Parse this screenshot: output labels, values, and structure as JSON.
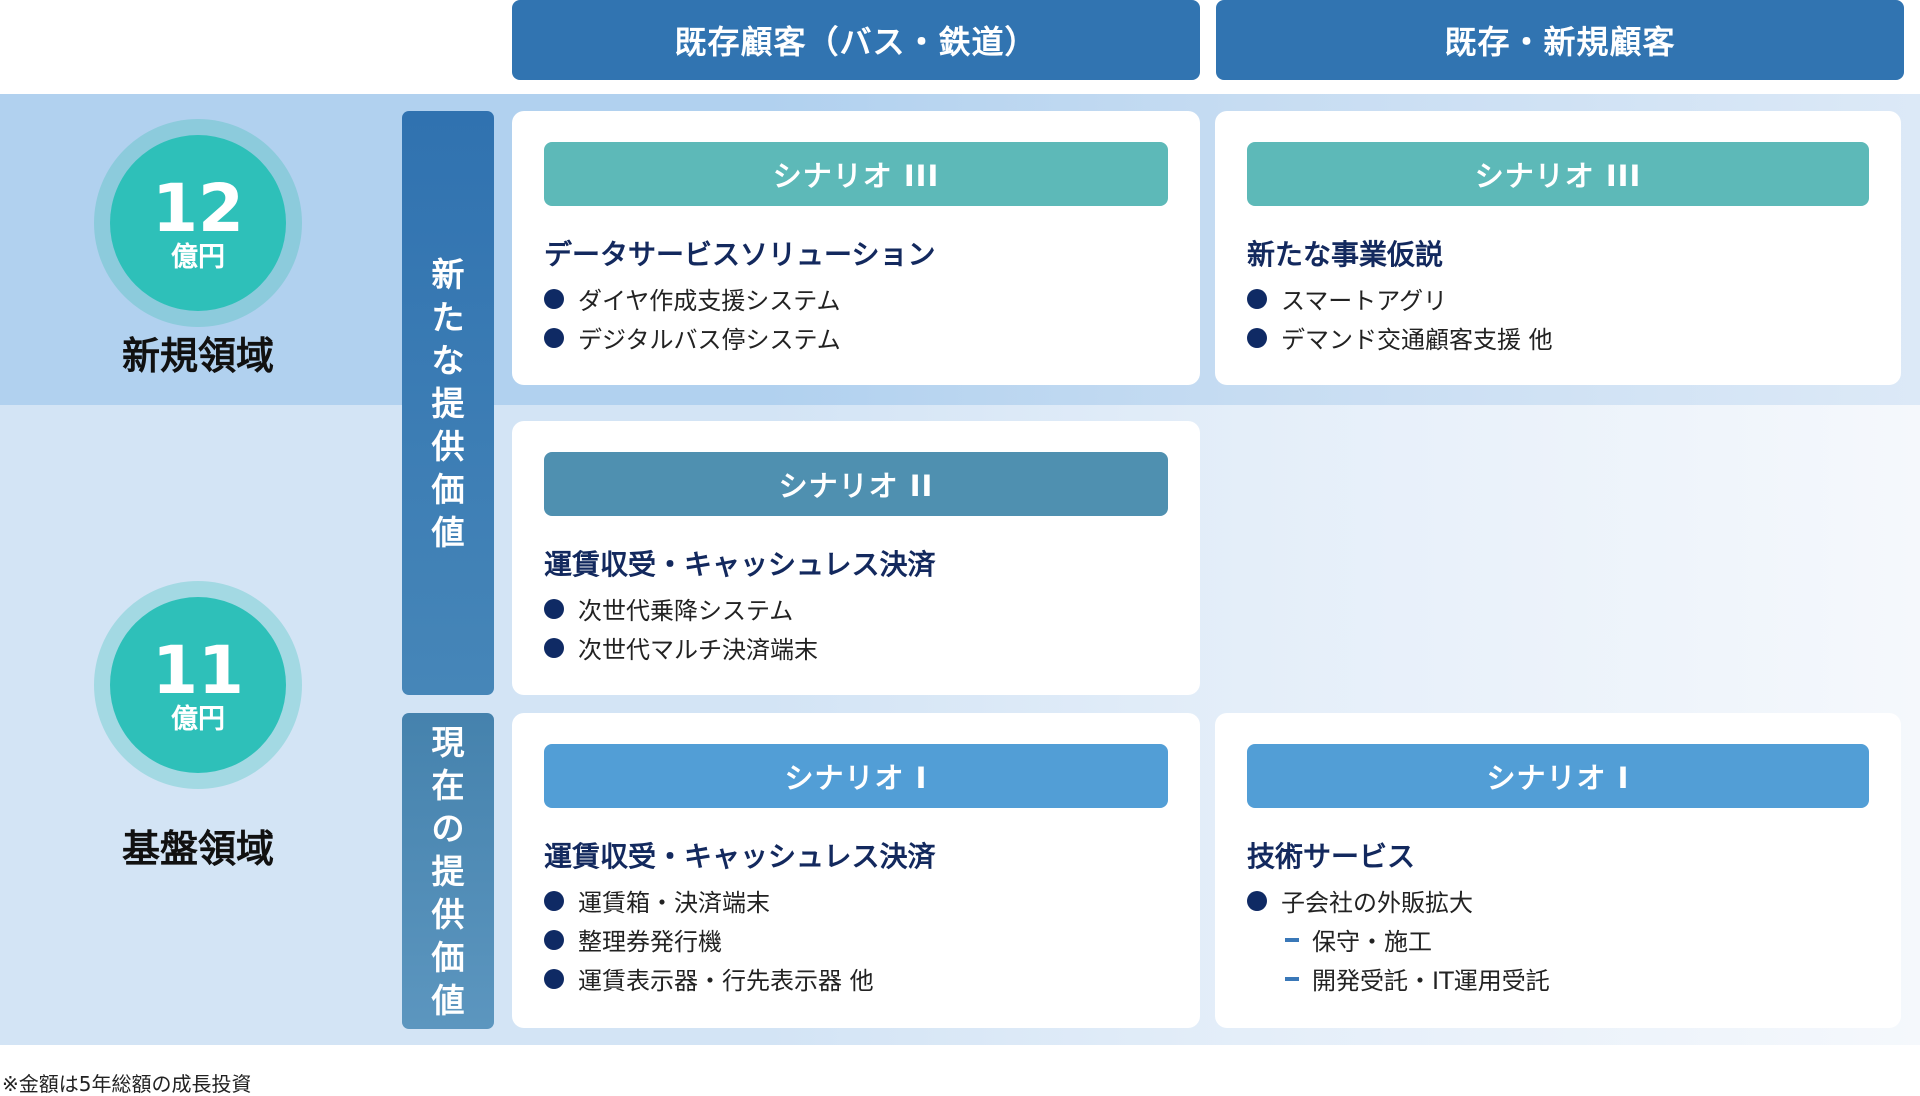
{
  "headers": {
    "existing_customers": "既存顧客（バス・鉄道）",
    "existing_new_customers": "既存・新規顧客"
  },
  "areas": {
    "new": {
      "amount": "12",
      "unit": "億円",
      "label": "新規領域"
    },
    "base": {
      "amount": "11",
      "unit": "億円",
      "label": "基盤領域"
    }
  },
  "value_bars": {
    "new_value": [
      "新",
      "た",
      "な",
      "提",
      "供",
      "価",
      "値"
    ],
    "current_value": [
      "現",
      "在",
      "の",
      "提",
      "供",
      "価",
      "値"
    ]
  },
  "cards": {
    "new_existing": {
      "scenario": "シナリオ III",
      "title": "データサービスソリューション",
      "items": [
        "ダイヤ作成支援システム",
        "デジタルバス停システム"
      ]
    },
    "new_new": {
      "scenario": "シナリオ III",
      "title": "新たな事業仮説",
      "items": [
        "スマートアグリ",
        "デマンド交通顧客支援 他"
      ]
    },
    "mid_existing": {
      "scenario": "シナリオ II",
      "title": "運賃収受・キャッシュレス決済",
      "items": [
        "次世代乗降システム",
        "次世代マルチ決済端末"
      ]
    },
    "current_existing": {
      "scenario": "シナリオ I",
      "title": "運賃収受・キャッシュレス決済",
      "items": [
        "運賃箱・決済端末",
        "整理券発行機",
        "運賃表示器・行先表示器 他"
      ]
    },
    "current_new": {
      "scenario": "シナリオ I",
      "title": "技術サービス",
      "items": [
        "子会社の外販拡大"
      ],
      "sub_items": [
        "保守・施工",
        "開発受託・IT運用受託"
      ]
    }
  },
  "colors": {
    "header": "#3174b1",
    "scenario_3": "#5db9b8",
    "scenario_2": "#4f90b0",
    "scenario_1": "#529ed6",
    "amount_circle": "#2ec0b9",
    "title_text": "#13295e",
    "bullet": "#0f2a64"
  },
  "footnote": "※金額は5年総額の成長投資"
}
